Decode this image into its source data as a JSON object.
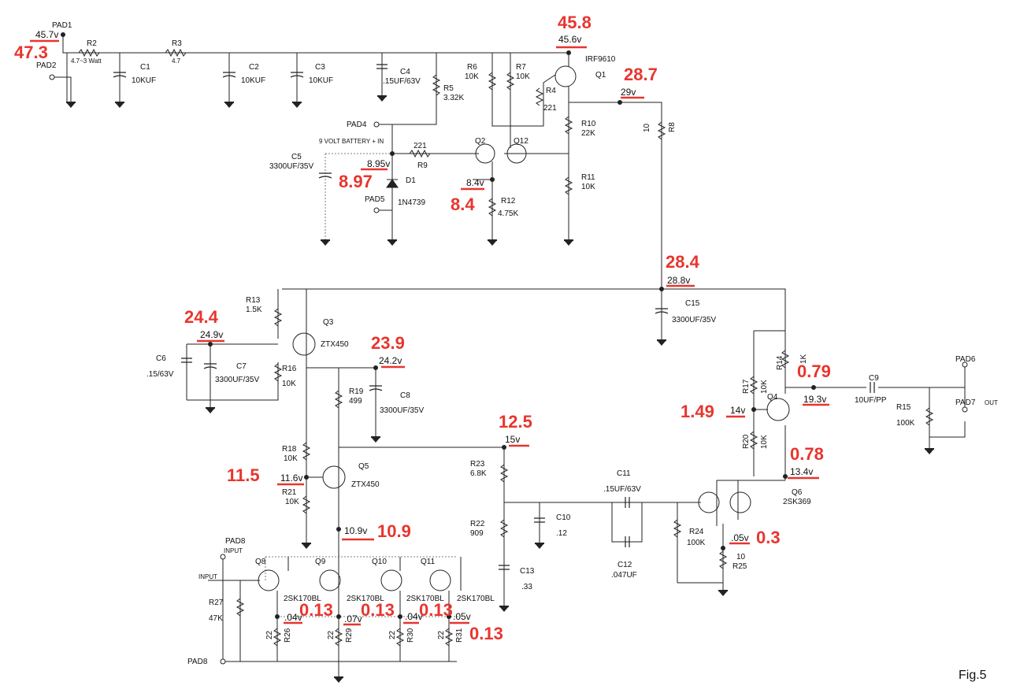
{
  "figure": {
    "label": "Fig.5"
  },
  "pads": {
    "pad1": "PAD1",
    "pad2": "PAD2",
    "pad4": "PAD4",
    "pad5": "PAD5",
    "pad6": "PAD6",
    "pad7": "PAD7",
    "pad7_suffix": "OUT",
    "pad8_input": "PAD8",
    "pad8_input_sub": "INPUT",
    "pad8_gnd": "PAD8",
    "input": "INPUT",
    "battery_note": "9 VOLT BATTERY + IN"
  },
  "components": {
    "r2": "R2",
    "r2_val": "4.7~3 Watt",
    "r3": "R3",
    "r3_val": "4.7",
    "c1": "C1",
    "c1_val": "10KUF",
    "c2": "C2",
    "c2_val": "10KUF",
    "c3": "C3",
    "c3_val": "10KUF",
    "c4": "C4",
    "c4_val": ".15UF/63V",
    "r5": "R5",
    "r5_val": "3.32K",
    "r6": "R6",
    "r6_val": "10K",
    "r7": "R7",
    "r7_val": "10K",
    "q1": "Q1",
    "q1_val": "IRF9610",
    "r4": "R4",
    "r4_val": "221",
    "r10": "R10",
    "r10_val": "22K",
    "r11": "R11",
    "r11_val": "10K",
    "r8": "R8",
    "r8_val": "10",
    "q2": "Q2",
    "q12": "Q12",
    "r9": "R9",
    "r9_val": "221",
    "c5": "C5",
    "c5_val": "3300UF/35V",
    "d1": "D1",
    "d1_val": "1N4739",
    "r12": "R12",
    "r12_val": "4.75K",
    "r13": "R13",
    "r13_val": "1.5K",
    "q3": "Q3",
    "q3_val": "ZTX450",
    "c6": "C6",
    "c6_val": ".15/63V",
    "c7": "C7",
    "c7_val": "3300UF/35V",
    "r16": "R16",
    "r16_val": "10K",
    "r19": "R19",
    "r19_val": "499",
    "c8": "C8",
    "c8_val": "3300UF/35V",
    "c15": "C15",
    "c15_val": "3300UF/35V",
    "r14": "R14",
    "r14_val": "1K",
    "r17": "R17",
    "r17_val": "10K",
    "q4": "Q4",
    "c9": "C9",
    "c9_val": "10UF/PP",
    "r15": "R15",
    "r15_val": "100K",
    "r20": "R20",
    "r20_val": "10K",
    "r18": "R18",
    "r18_val": "10K",
    "q5": "Q5",
    "q5_val": "ZTX450",
    "r21": "R21",
    "r21_val": "10K",
    "r23": "R23",
    "r23_val": "6.8K",
    "c11": "C11",
    "c11_val": ".15UF/63V",
    "r22": "R22",
    "r22_val": "909",
    "c10": "C10",
    "c10_val": ".12",
    "c12": "C12",
    "c12_val": ".047UF",
    "q6": "Q6",
    "q6_val": "2SK369",
    "r24": "R24",
    "r24_val": "100K",
    "r25": "R25",
    "r25_val": "10",
    "c13": "C13",
    "c13_val": ".33",
    "q8": "Q8",
    "q9": "Q9",
    "q10": "Q10",
    "q11": "Q11",
    "jfet_val": "2SK170BL",
    "r27": "R27",
    "r27_val": "47K",
    "r26": "R26",
    "r29": "R29",
    "r30": "R30",
    "r31": "R31",
    "r_src_val": "22"
  },
  "measured_voltages": {
    "pad1": "45.7v",
    "q1_source": "45.6v",
    "q1_drain": "29v",
    "d1": "8.95v",
    "q2": "8.4v",
    "c15": "28.8v",
    "q3_base": "24.9v",
    "q3_emitter": "24.2v",
    "node_15v": "15v",
    "q4_base": "14v",
    "q4_out": "19.3v",
    "q6_drain": "13.4v",
    "q5_base": "11.6v",
    "q5_emitter": "10.9v",
    "q6_source": ".05v",
    "q8_source": ".04v",
    "q9_source": ".07v",
    "q10_source": ".04v",
    "q11_source": ".05v"
  },
  "annotations": {
    "pad1": "47.3",
    "q1_source": "45.8",
    "q1_drain": "28.7",
    "d1": "8.97",
    "q2": "8.4",
    "c15": "28.4",
    "q3_base": "24.4",
    "q3_emitter": "23.9",
    "node_15v": "12.5",
    "q4_out": "0.79",
    "q4_base": "1.49",
    "q6_drain": "0.78",
    "q5_base": "11.5",
    "q5_emitter": "10.9",
    "q6_source": "0.3",
    "q8_source": "0.13",
    "q9_source": "0.13",
    "q10_source": "0.13",
    "q11_source": "0.13"
  },
  "colors": {
    "annotation": "#e8352e",
    "wire": "#222222"
  }
}
